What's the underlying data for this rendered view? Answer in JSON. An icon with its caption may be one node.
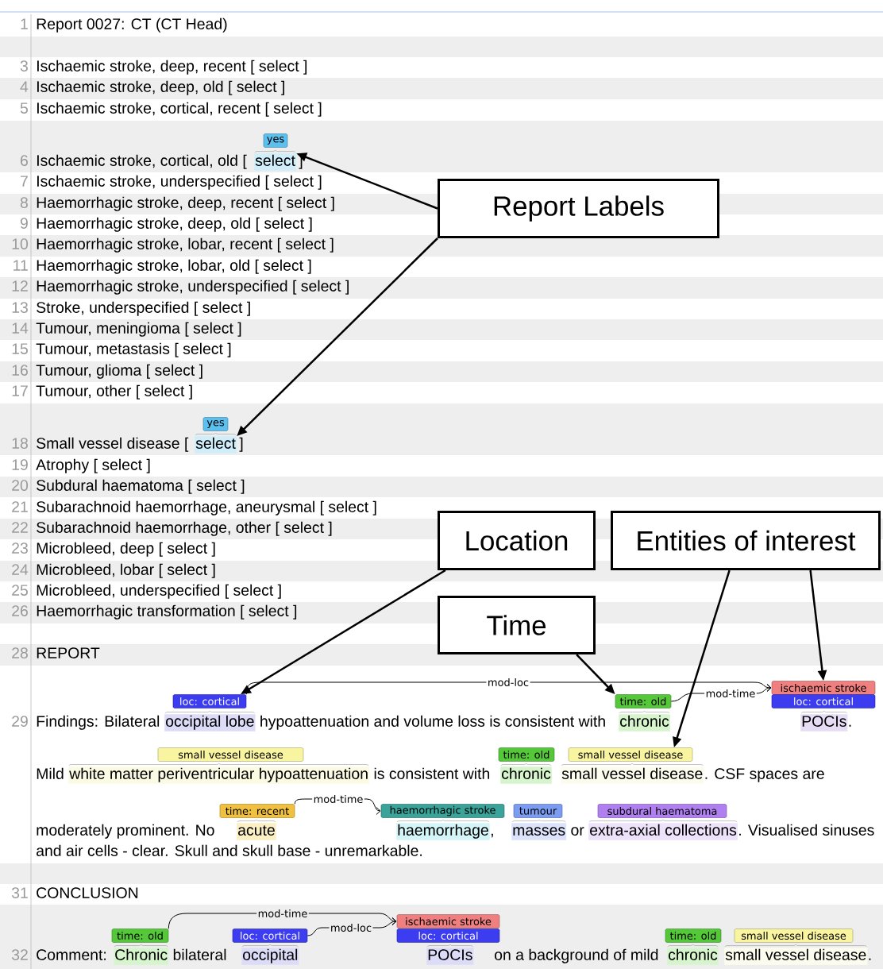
{
  "diagram": {
    "nodes": [
      {
        "text": [
          "yes"
        ]
      },
      {
        "text": [
          "select"
        ]
      },
      {
        "text": [
          "Report Labels"
        ]
      },
      {
        "text": [
          "yes"
        ]
      },
      {
        "text": [
          "select"
        ]
      },
      {
        "text": [
          "Location"
        ]
      },
      {
        "text": [
          "Entities of interest"
        ]
      },
      {
        "text": [
          "Time"
        ]
      },
      {
        "text": [
          "loc: cortical"
        ]
      },
      {
        "text": [
          "time: old"
        ]
      },
      {
        "text": [
          "ischaemic stroke"
        ]
      },
      {
        "text": [
          "loc: cortical"
        ]
      },
      {
        "text": [
          "occipital lobe"
        ]
      },
      {
        "text": [
          "chronic"
        ]
      },
      {
        "text": [
          "POCIs"
        ]
      },
      {
        "text": [
          "small vessel disease"
        ]
      },
      {
        "text": [
          "time: old"
        ]
      },
      {
        "text": [
          "small vessel disease"
        ]
      },
      {
        "text": [
          "white matter periventricular hypoattenuation"
        ]
      },
      {
        "text": [
          "chronic"
        ]
      },
      {
        "text": [
          "small vessel disease"
        ]
      },
      {
        "text": [
          "time: recent"
        ]
      },
      {
        "text": [
          "haemorrhagic stroke"
        ]
      },
      {
        "text": [
          "tumour"
        ]
      },
      {
        "text": [
          "subdural haematoma"
        ]
      },
      {
        "text": [
          "acute"
        ]
      },
      {
        "text": [
          "haemorrhage"
        ]
      },
      {
        "text": [
          "masses"
        ]
      },
      {
        "text": [
          "extra-axial collections"
        ]
      },
      {
        "text": [
          "time: old"
        ]
      },
      {
        "text": [
          "loc: cortical"
        ]
      },
      {
        "text": [
          "ischaemic stroke"
        ]
      },
      {
        "text": [
          "loc: cortical"
        ]
      },
      {
        "text": [
          "time: old"
        ]
      },
      {
        "text": [
          "small vessel disease"
        ]
      },
      {
        "text": [
          "Chronic"
        ]
      },
      {
        "text": [
          "occipital"
        ]
      },
      {
        "text": [
          "POCIs"
        ]
      },
      {
        "text": [
          "chronic"
        ]
      },
      {
        "text": [
          "small vessel disease"
        ]
      }
    ],
    "edges": [
      {
        "from": 2,
        "to": 1,
        "arrow": "to"
      },
      {
        "from": 2,
        "to": 4,
        "arrow": "to"
      },
      {
        "from": 5,
        "to": 8,
        "arrow": "to"
      },
      {
        "from": 7,
        "to": 9,
        "arrow": "to"
      },
      {
        "from": 6,
        "to": 17,
        "arrow": "to"
      },
      {
        "from": 6,
        "to": 10,
        "arrow": "to"
      },
      {
        "from": 8,
        "to": 10,
        "arrow": "to",
        "label": "mod-loc"
      },
      {
        "from": 9,
        "to": 10,
        "arrow": "to",
        "label": "mod-time"
      },
      {
        "from": 21,
        "to": 22,
        "arrow": "to",
        "label": "mod-time"
      },
      {
        "from": 29,
        "to": 31,
        "arrow": "to",
        "label": "mod-time"
      },
      {
        "from": 30,
        "to": 31,
        "arrow": "to",
        "label": "mod-loc"
      }
    ],
    "labels": [
      "1",
      "Report 0027: CT (CT Head)",
      "3",
      "Ischaemic stroke, deep, recent [ select ]",
      "4",
      "Ischaemic stroke, deep, old [ select ]",
      "5",
      "Ischaemic stroke, cortical, recent [ select ]",
      "6",
      "Ischaemic stroke, cortical, old [",
      "]",
      "7",
      "Ischaemic stroke, underspecified [ select ]",
      "8",
      "Haemorrhagic stroke, deep, recent [ select ]",
      "9",
      "Haemorrhagic stroke, deep, old [ select ]",
      "10",
      "Haemorrhagic stroke, lobar, recent [ select ]",
      "11",
      "Haemorrhagic stroke, lobar, old [ select ]",
      "12",
      "Haemorrhagic stroke, underspecified [ select ]",
      "13",
      "Stroke, underspecified [ select ]",
      "14",
      "Tumour, meningioma [ select ]",
      "15",
      "Tumour, metastasis [ select ]",
      "16",
      "Tumour, glioma [ select ]",
      "17",
      "Tumour, other [ select ]",
      "18",
      "Small vessel disease [",
      "]",
      "19",
      "Atrophy [ select ]",
      "20",
      "Subdural haematoma [ select ]",
      "21",
      "Subarachnoid haemorrhage, aneurysmal [ select ]",
      "22",
      "Subarachnoid haemorrhage, other [ select ]",
      "23",
      "Microbleed, deep [ select ]",
      "24",
      "Microbleed, lobar [ select ]",
      "25",
      "Microbleed, underspecified [ select ]",
      "26",
      "Haemorrhagic transformation [ select ]",
      "28",
      "REPORT",
      "29",
      "Findings: Bilateral",
      "hypoattenuation and volume loss is consistent with",
      ".",
      "Mild",
      "is consistent with",
      ". CSF spaces are",
      "moderately prominent. No",
      ",",
      "or",
      ". Visualised sinuses",
      "and air cells - clear. Skull and skull base - unremarkable.",
      "31",
      "CONCLUSION",
      "32",
      "Comment:",
      "bilateral",
      "on a background of mild",
      "."
    ]
  }
}
